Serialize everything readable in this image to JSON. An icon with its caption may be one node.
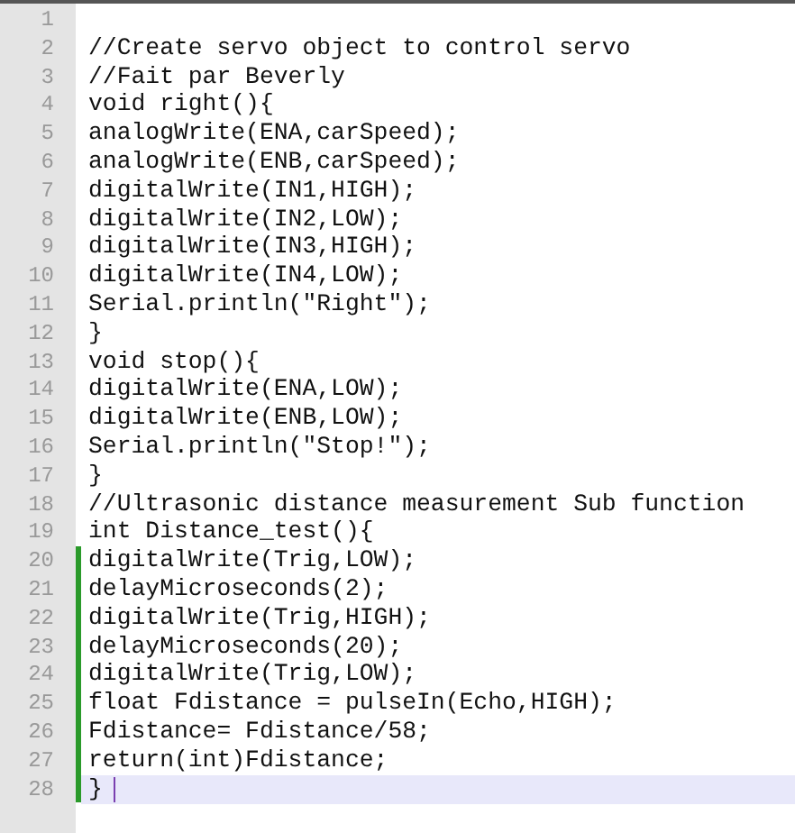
{
  "diagram": {
    "labels": [
      "1",
      "2",
      "//Create servo object to control servo",
      "3",
      "//Fait par Beverly",
      "4",
      "void right(){",
      "5",
      "analogWrite(ENA,carSpeed);",
      "6",
      "analogWrite(ENB,carSpeed);",
      "7",
      "digitalWrite(IN1,HIGH);",
      "8",
      "digitalWrite(IN2,LOW);",
      "9",
      "digitalWrite(IN3,HIGH);",
      "10",
      "digitalWrite(IN4,LOW);",
      "11",
      "Serial.println(\"Right\");",
      "12",
      "}",
      "13",
      "void stop(){",
      "14",
      "digitalWrite(ENA,LOW);",
      "15",
      "digitalWrite(ENB,LOW);",
      "16",
      "Serial.println(\"Stop!\");",
      "17",
      "}",
      "18",
      "//Ultrasonic distance measurement Sub function",
      "19",
      "int Distance_test(){",
      "20",
      "digitalWrite(Trig,LOW);",
      "21",
      "delayMicroseconds(2);",
      "22",
      "digitalWrite(Trig,HIGH);",
      "23",
      "delayMicroseconds(20);",
      "24",
      "digitalWrite(Trig,LOW);",
      "25",
      "float Fdistance = pulseIn(Echo,HIGH);",
      "26",
      "Fdistance= Fdistance/58;",
      "27",
      "return(int)Fdistance;",
      "28",
      "}"
    ]
  }
}
